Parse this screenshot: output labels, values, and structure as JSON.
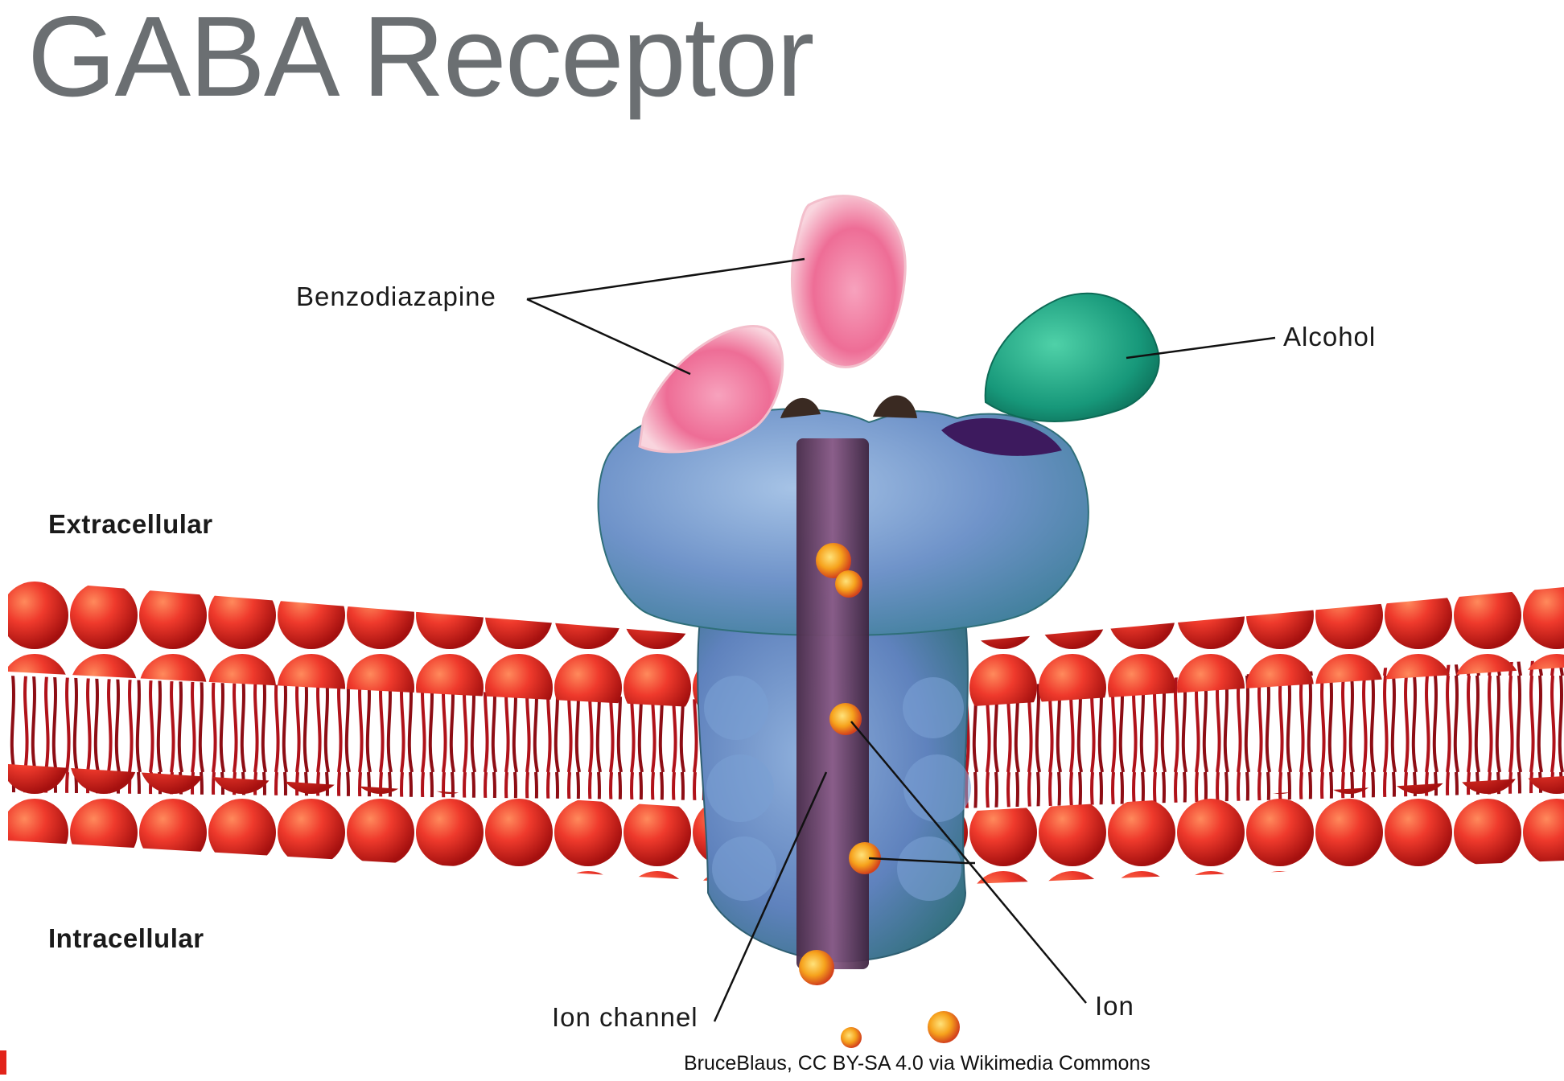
{
  "title": "GABA Receptor",
  "labels": {
    "benzodiazapine": "Benzodiazapine",
    "alcohol": "Alcohol",
    "extracellular": "Extracellular",
    "intracellular": "Intracellular",
    "ion_channel": "Ion channel",
    "ion": "Ion"
  },
  "credit": "BruceBlaus, CC BY-SA 4.0 via Wikimedia Commons",
  "colors": {
    "title": "#6b6f72",
    "membrane_head": "#e8322a",
    "membrane_tail": "#b0121a",
    "receptor": "#6fa0c8",
    "benzodiazepine": "#f07aa0",
    "alcohol": "#1fa883",
    "ion": "#f6a21c",
    "accent": "#e2231a"
  }
}
